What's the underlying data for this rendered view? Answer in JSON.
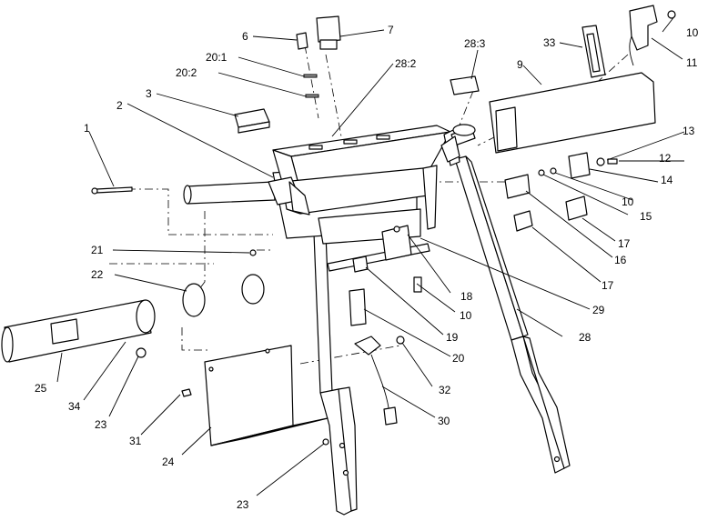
{
  "callouts": [
    {
      "id": "c1",
      "text": "1"
    },
    {
      "id": "c2",
      "text": "2"
    },
    {
      "id": "c3",
      "text": "3"
    },
    {
      "id": "c6",
      "text": "6"
    },
    {
      "id": "c7",
      "text": "7"
    },
    {
      "id": "c9",
      "text": "9"
    },
    {
      "id": "c10a",
      "text": "10"
    },
    {
      "id": "c10b",
      "text": "10"
    },
    {
      "id": "c10c",
      "text": "10"
    },
    {
      "id": "c11",
      "text": "11"
    },
    {
      "id": "c12",
      "text": "12"
    },
    {
      "id": "c13",
      "text": "13"
    },
    {
      "id": "c14",
      "text": "14"
    },
    {
      "id": "c15",
      "text": "15"
    },
    {
      "id": "c16",
      "text": "16"
    },
    {
      "id": "c17a",
      "text": "17"
    },
    {
      "id": "c17b",
      "text": "17"
    },
    {
      "id": "c18",
      "text": "18"
    },
    {
      "id": "c19",
      "text": "19"
    },
    {
      "id": "c20",
      "text": "20"
    },
    {
      "id": "c20_1",
      "text": "20:1"
    },
    {
      "id": "c20_2",
      "text": "20:2"
    },
    {
      "id": "c21",
      "text": "21"
    },
    {
      "id": "c22",
      "text": "22"
    },
    {
      "id": "c23a",
      "text": "23"
    },
    {
      "id": "c23b",
      "text": "23"
    },
    {
      "id": "c24",
      "text": "24"
    },
    {
      "id": "c25",
      "text": "25"
    },
    {
      "id": "c28",
      "text": "28"
    },
    {
      "id": "c28_2",
      "text": "28:2"
    },
    {
      "id": "c28_3",
      "text": "28:3"
    },
    {
      "id": "c29",
      "text": "29"
    },
    {
      "id": "c30",
      "text": "30"
    },
    {
      "id": "c31",
      "text": "31"
    },
    {
      "id": "c32",
      "text": "32"
    },
    {
      "id": "c33",
      "text": "33"
    },
    {
      "id": "c34",
      "text": "34"
    }
  ]
}
